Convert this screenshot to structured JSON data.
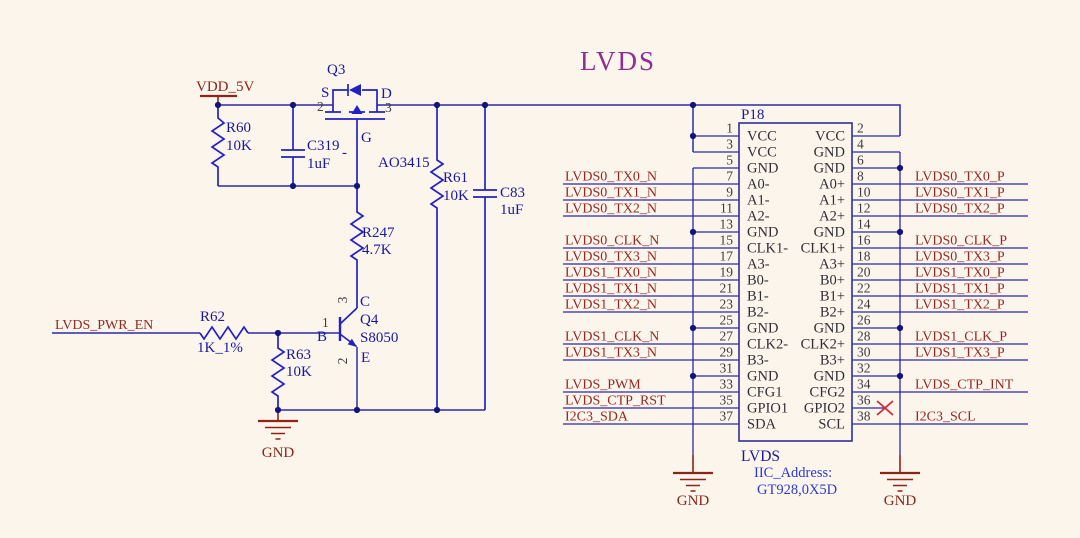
{
  "title": "LVDS",
  "colors": {
    "background": "#fcf5ec",
    "wire_blue": "#2b2ba6",
    "symbol_blue": "#2222c4",
    "junction_dot": "#13137c",
    "net_label_red": "#942823",
    "designator_navy": "#19199c",
    "pin_text": "#2f2f36",
    "title_purple": "#8e2d92",
    "gnd_symbol_red": "#8e2418",
    "note_blue": "#2a3bd0",
    "no_connect_red": "#cf3040"
  },
  "power_nets": {
    "vdd": "VDD_5V",
    "gnd": "GND"
  },
  "left_circuit": {
    "enable_net": "LVDS_PWR_EN",
    "r60": {
      "ref": "R60",
      "value": "10K"
    },
    "c319": {
      "ref": "C319",
      "value": "1uF",
      "polarity_mark": "-"
    },
    "q3": {
      "ref": "Q3",
      "part": "AO3415",
      "pin_s": "S",
      "pin_s_num": "2",
      "pin_d": "D",
      "pin_d_num": "3",
      "pin_g": "G"
    },
    "r61": {
      "ref": "R61",
      "value": "10K"
    },
    "c83": {
      "ref": "C83",
      "value": "1uF"
    },
    "r247": {
      "ref": "R247",
      "value": "4.7K"
    },
    "q4": {
      "ref": "Q4",
      "part": "S8050",
      "pin_b": "B",
      "pin_b_num": "1",
      "pin_c": "C",
      "pin_c_num": "3",
      "pin_e": "E",
      "pin_e_num": "2"
    },
    "r62": {
      "ref": "R62",
      "value": "1K_1%"
    },
    "r63": {
      "ref": "R63",
      "value": "10K"
    }
  },
  "connector": {
    "ref": "P18",
    "name": "LVDS",
    "note": [
      "IIC_Address:",
      "GT928,0X5D"
    ],
    "rows": [
      {
        "pin_l": "1",
        "name_l": "VCC",
        "name_r": "VCC",
        "pin_r": "2",
        "net_l": "",
        "net_r": "",
        "conn_l": "vcc-dot",
        "conn_r": "rail"
      },
      {
        "pin_l": "3",
        "name_l": "VCC",
        "name_r": "GND",
        "pin_r": "4",
        "net_l": "",
        "net_r": "",
        "conn_l": "vcc",
        "conn_r": "bus"
      },
      {
        "pin_l": "5",
        "name_l": "GND",
        "name_r": "GND",
        "pin_r": "6",
        "net_l": "",
        "net_r": "",
        "conn_l": "bus",
        "conn_r": "bus-dot"
      },
      {
        "pin_l": "7",
        "name_l": "A0-",
        "name_r": "A0+",
        "pin_r": "8",
        "net_l": "LVDS0_TX0_N",
        "net_r": "LVDS0_TX0_P",
        "conn_l": "net",
        "conn_r": "net"
      },
      {
        "pin_l": "9",
        "name_l": "A1-",
        "name_r": "A1+",
        "pin_r": "10",
        "net_l": "LVDS0_TX1_N",
        "net_r": "LVDS0_TX1_P",
        "conn_l": "net",
        "conn_r": "net"
      },
      {
        "pin_l": "11",
        "name_l": "A2-",
        "name_r": "A2+",
        "pin_r": "12",
        "net_l": "LVDS0_TX2_N",
        "net_r": "LVDS0_TX2_P",
        "conn_l": "net",
        "conn_r": "net"
      },
      {
        "pin_l": "13",
        "name_l": "GND",
        "name_r": "GND",
        "pin_r": "14",
        "net_l": "",
        "net_r": "",
        "conn_l": "bus-dot",
        "conn_r": "bus-dot"
      },
      {
        "pin_l": "15",
        "name_l": "CLK1-",
        "name_r": "CLK1+",
        "pin_r": "16",
        "net_l": "LVDS0_CLK_N",
        "net_r": "LVDS0_CLK_P",
        "conn_l": "net",
        "conn_r": "net"
      },
      {
        "pin_l": "17",
        "name_l": "A3-",
        "name_r": "A3+",
        "pin_r": "18",
        "net_l": "LVDS0_TX3_N",
        "net_r": "LVDS0_TX3_P",
        "conn_l": "net",
        "conn_r": "net"
      },
      {
        "pin_l": "19",
        "name_l": "B0-",
        "name_r": "B0+",
        "pin_r": "20",
        "net_l": "LVDS1_TX0_N",
        "net_r": "LVDS1_TX0_P",
        "conn_l": "net",
        "conn_r": "net"
      },
      {
        "pin_l": "21",
        "name_l": "B1-",
        "name_r": "B1+",
        "pin_r": "22",
        "net_l": "LVDS1_TX1_N",
        "net_r": "LVDS1_TX1_P",
        "conn_l": "net",
        "conn_r": "net"
      },
      {
        "pin_l": "23",
        "name_l": "B2-",
        "name_r": "B2+",
        "pin_r": "24",
        "net_l": "LVDS1_TX2_N",
        "net_r": "LVDS1_TX2_P",
        "conn_l": "net",
        "conn_r": "net"
      },
      {
        "pin_l": "25",
        "name_l": "GND",
        "name_r": "GND",
        "pin_r": "26",
        "net_l": "",
        "net_r": "",
        "conn_l": "bus-dot",
        "conn_r": "bus-dot"
      },
      {
        "pin_l": "27",
        "name_l": "CLK2-",
        "name_r": "CLK2+",
        "pin_r": "28",
        "net_l": "LVDS1_CLK_N",
        "net_r": "LVDS1_CLK_P",
        "conn_l": "net",
        "conn_r": "net"
      },
      {
        "pin_l": "29",
        "name_l": "B3-",
        "name_r": "B3+",
        "pin_r": "30",
        "net_l": "LVDS1_TX3_N",
        "net_r": "LVDS1_TX3_P",
        "conn_l": "net",
        "conn_r": "net"
      },
      {
        "pin_l": "31",
        "name_l": "GND",
        "name_r": "GND",
        "pin_r": "32",
        "net_l": "",
        "net_r": "",
        "conn_l": "bus-dot",
        "conn_r": "bus-dot"
      },
      {
        "pin_l": "33",
        "name_l": "CFG1",
        "name_r": "CFG2",
        "pin_r": "34",
        "net_l": "LVDS_PWM",
        "net_r": "LVDS_CTP_INT",
        "conn_l": "net",
        "conn_r": "net"
      },
      {
        "pin_l": "35",
        "name_l": "GPIO1",
        "name_r": "GPIO2",
        "pin_r": "36",
        "net_l": "LVDS_CTP_RST",
        "net_r": "",
        "conn_l": "net",
        "conn_r": "nc"
      },
      {
        "pin_l": "37",
        "name_l": "SDA",
        "name_r": "SCL",
        "pin_r": "38",
        "net_l": "I2C3_SDA",
        "net_r": "I2C3_SCL",
        "conn_l": "net",
        "conn_r": "net"
      }
    ]
  }
}
